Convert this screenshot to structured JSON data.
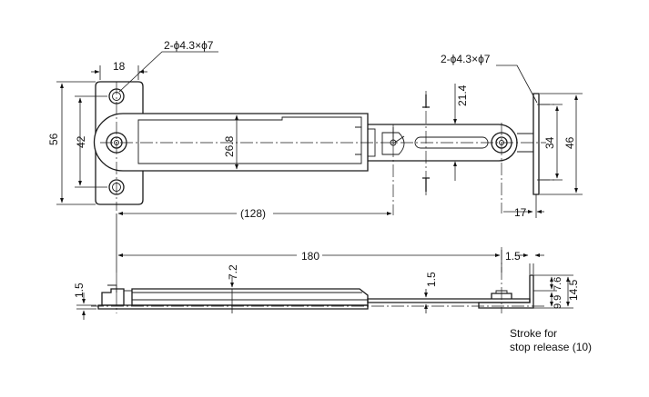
{
  "labels": {
    "hole_spec_left": "2-ϕ4.3×ϕ7",
    "hole_spec_right": "2-ϕ4.3×ϕ7",
    "dim_18": "18",
    "dim_56": "56",
    "dim_42": "42",
    "dim_26_8": "26.8",
    "dim_21_4": "21.4",
    "dim_34": "34",
    "dim_46": "46",
    "dim_128": "(128)",
    "dim_17": "17",
    "dim_180": "180",
    "dim_1_5_top": "1.5",
    "dim_1_5_left": "1.5",
    "dim_7_2": "7.2",
    "dim_1_5_mid": "1.5",
    "dim_7_6": "7.6",
    "dim_14_5": "14.5",
    "dim_9_9": "9.9",
    "note_line1": "Stroke for",
    "note_line2": "stop release (10)"
  }
}
